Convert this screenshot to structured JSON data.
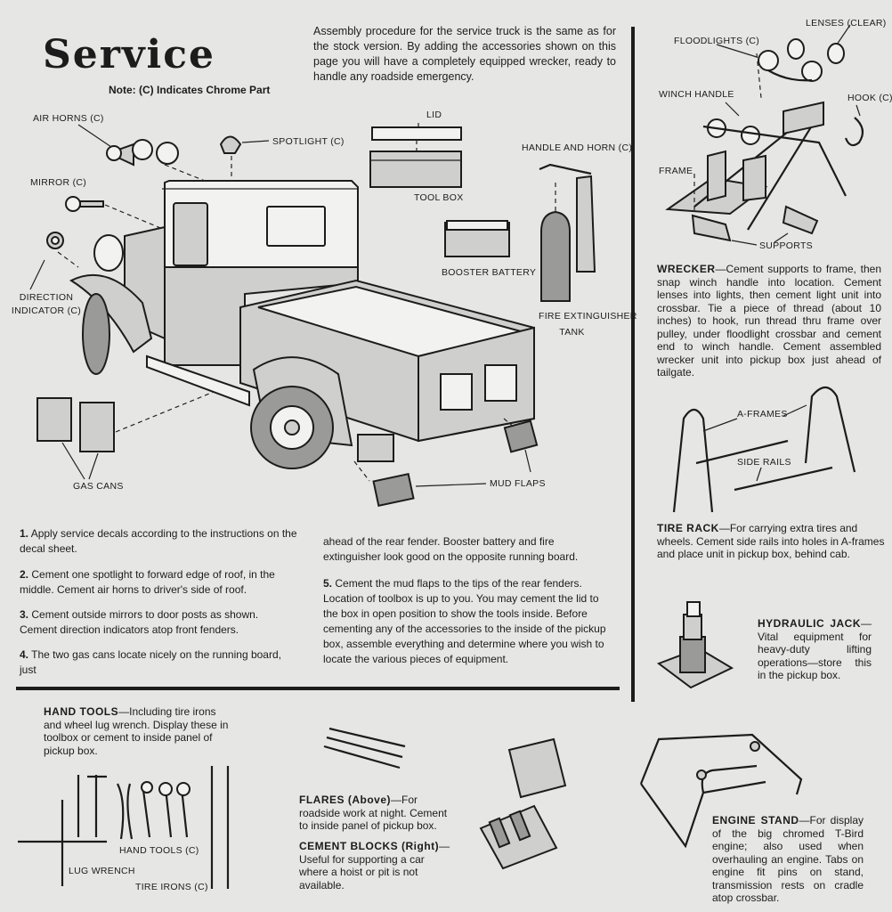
{
  "header": {
    "title": "Service",
    "note": "Note: (C) Indicates Chrome Part",
    "intro": "Assembly procedure for the service truck is the same as for the stock version. By adding the accessories shown on this page you will have a completely equipped wrecker, ready to handle any roadside emergency."
  },
  "labels": {
    "air_horns": "AIR HORNS (C)",
    "spotlight": "SPOTLIGHT (C)",
    "mirror": "MIRROR (C)",
    "direction_1": "DIRECTION",
    "direction_2": "INDICATOR (C)",
    "lid": "LID",
    "tool_box": "TOOL BOX",
    "handle_horn": "HANDLE AND HORN (C)",
    "booster_battery": "BOOSTER BATTERY",
    "fire_ext_1": "FIRE EXTINGUISHER",
    "fire_ext_2": "TANK",
    "gas_cans": "GAS CANS",
    "mud_flaps": "MUD FLAPS",
    "floodlights": "FLOODLIGHTS (C)",
    "lenses": "LENSES (CLEAR)",
    "winch_handle": "WINCH HANDLE",
    "hook": "HOOK (C)",
    "frame": "FRAME",
    "supports": "SUPPORTS",
    "a_frames": "A-FRAMES",
    "side_rails": "SIDE RAILS",
    "hand_tools_c": "HAND TOOLS (C)",
    "lug_wrench": "LUG WRENCH",
    "tire_irons": "TIRE IRONS (C)"
  },
  "steps": [
    {
      "num": "1.",
      "text": "Apply service decals according to the instructions on the decal sheet."
    },
    {
      "num": "2.",
      "text": "Cement one spotlight to forward edge of roof, in the middle. Cement air horns to driver's side of roof."
    },
    {
      "num": "3.",
      "text": "Cement outside mirrors to door posts as shown. Cement direction indicators atop front fenders."
    },
    {
      "num": "4.",
      "text": "The two gas cans locate nicely on the running board, just"
    },
    {
      "num": "",
      "text": "ahead of the rear fender. Booster battery and fire extinguisher look good on the opposite running board."
    },
    {
      "num": "5.",
      "text": "Cement the mud flaps to the tips of the rear fenders. Location of toolbox is up to you. You may cement the lid to the box in open position to show the tools inside. Before cementing any of the accessories to the inside of the pickup box, assemble everything and determine where you wish to locate the various pieces of equipment."
    }
  ],
  "sections": {
    "wrecker": {
      "heading": "WRECKER",
      "text": "—Cement supports to frame, then snap winch handle into location. Cement lenses into lights, then cement light unit into crossbar. Tie a piece of thread (about 10 inches) to hook, run thread thru frame over pulley, under floodlight crossbar and cement end to winch handle. Cement assembled wrecker unit into pickup box just ahead of tailgate."
    },
    "tire_rack": {
      "heading": "TIRE RACK",
      "text": "—For carrying extra tires and wheels. Cement side rails into holes in A-frames and place unit in pickup box, behind cab."
    },
    "hydraulic_jack": {
      "heading": "HYDRAULIC JACK",
      "text": "—Vital equipment for heavy-duty lifting operations—store this in the pickup box."
    },
    "hand_tools": {
      "heading": "HAND TOOLS",
      "text": "—Including tire irons and wheel lug wrench. Display these in toolbox or cement to inside panel of pickup box."
    },
    "flares": {
      "heading": "FLARES (Above)",
      "text": "—For roadside work at night. Cement to inside panel of pickup box."
    },
    "cement_blocks": {
      "heading": "CEMENT BLOCKS (Right)",
      "text": "—Useful for supporting a car where a hoist or pit is not available."
    },
    "engine_stand": {
      "heading": "ENGINE STAND",
      "text": "—For display of the big chromed T-Bird engine; also used when overhauling an engine. Tabs on engine fit pins on stand, transmission rests on cradle atop crossbar."
    }
  }
}
